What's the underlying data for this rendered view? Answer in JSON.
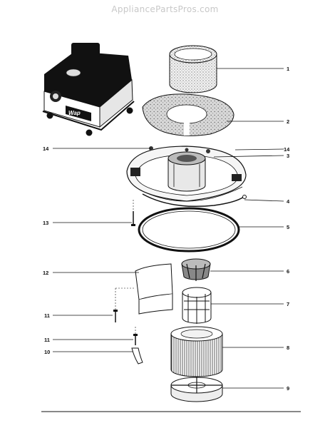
{
  "watermark": "AppliancePartsPros.com",
  "brand_label": "Wap",
  "callouts": {
    "c1": "1",
    "c2": "2",
    "c3": "3",
    "c4": "4",
    "c5": "5",
    "c6": "6",
    "c7": "7",
    "c8": "8",
    "c9": "9",
    "c10": "10",
    "c11a": "11",
    "c11b": "11",
    "c12": "12",
    "c13": "13",
    "c14a": "14",
    "c14b": "14"
  }
}
